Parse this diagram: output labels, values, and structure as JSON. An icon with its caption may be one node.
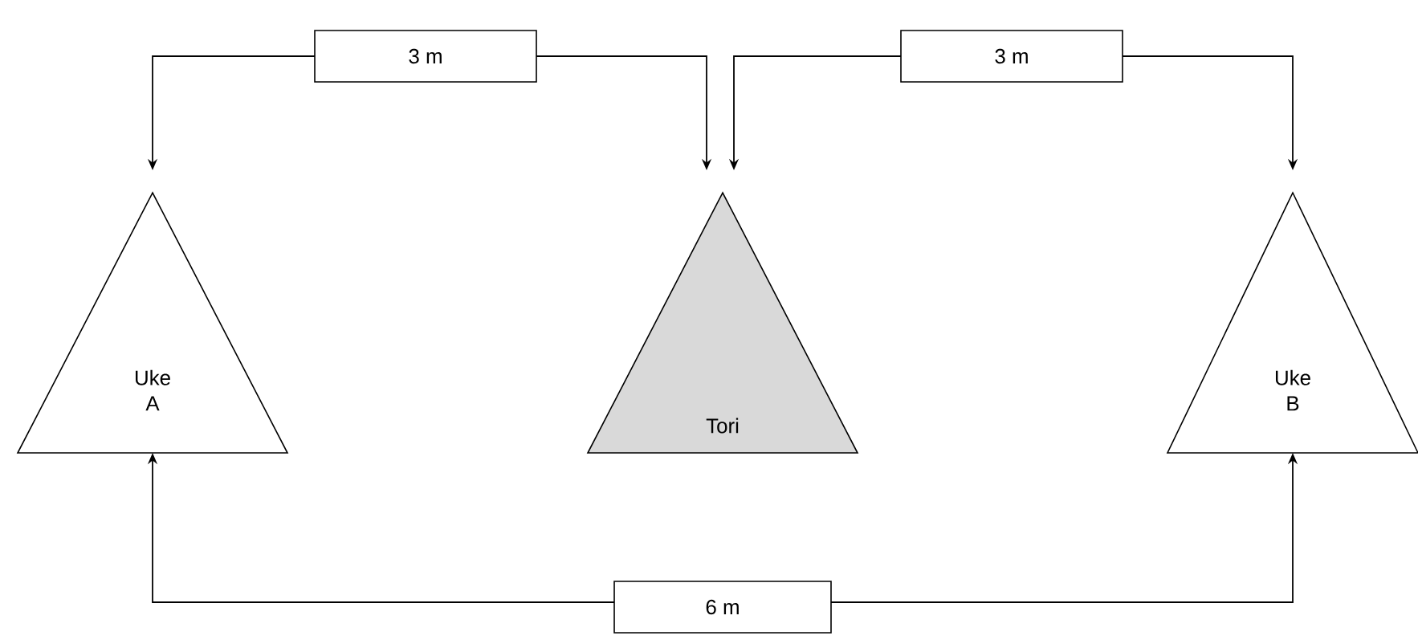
{
  "diagram": {
    "nodes": [
      {
        "text": [
          "Uke A"
        ]
      },
      {
        "text": [
          "Tori"
        ]
      },
      {
        "text": [
          "Uke B"
        ]
      }
    ],
    "edges": [
      {
        "from": 0,
        "to": 1,
        "arrow": "both",
        "label": "3 m"
      },
      {
        "from": 1,
        "to": 2,
        "arrow": "both",
        "label": "3 m"
      },
      {
        "from": 0,
        "to": 2,
        "arrow": "both",
        "label": "6 m"
      }
    ]
  }
}
